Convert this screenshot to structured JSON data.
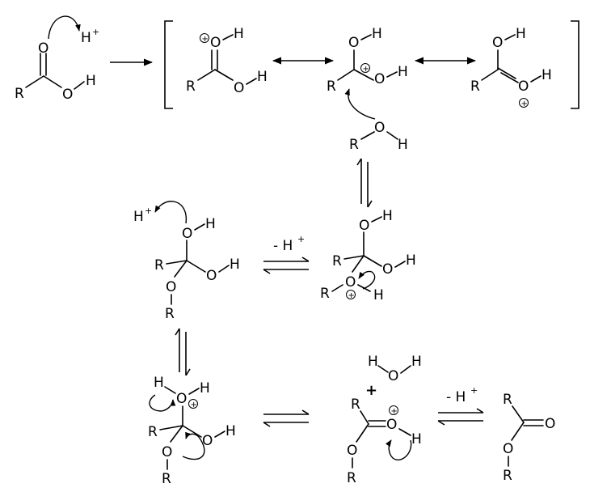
{
  "atoms": {
    "O": "O",
    "H": "H",
    "R": "R",
    "H_plus": "H",
    "plus_sign": "+"
  },
  "reagents": {
    "loss_of_proton": "- H",
    "plus_between": "+"
  },
  "charge_symbol": "+"
}
